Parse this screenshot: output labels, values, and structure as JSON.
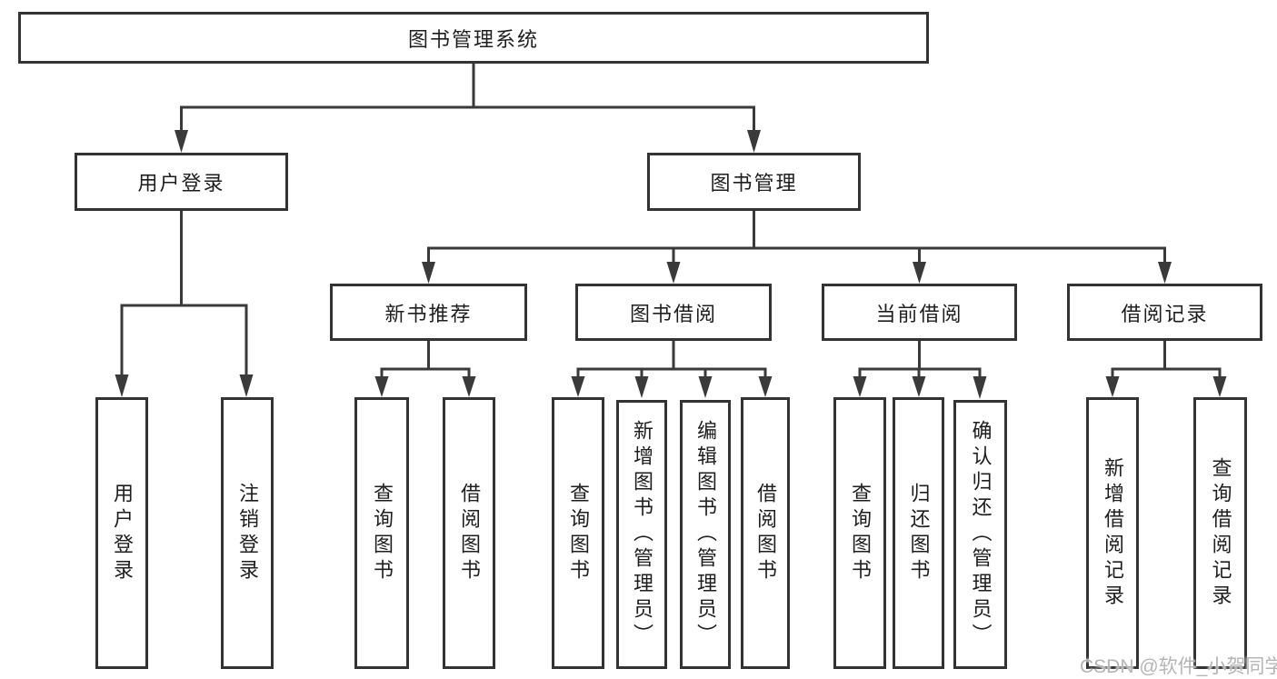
{
  "diagram_type": "hierarchy-tree",
  "tree": {
    "label": "图书管理系统",
    "children": [
      {
        "label": "用户登录",
        "children": [
          {
            "label": "用户登录"
          },
          {
            "label": "注销登录"
          }
        ]
      },
      {
        "label": "图书管理",
        "children": [
          {
            "label": "新书推荐",
            "children": [
              {
                "label": "查询图书"
              },
              {
                "label": "借阅图书"
              }
            ]
          },
          {
            "label": "图书借阅",
            "children": [
              {
                "label": "查询图书"
              },
              {
                "label": "新增图书（管理员）"
              },
              {
                "label": "编辑图书（管理员）"
              },
              {
                "label": "借阅图书"
              }
            ]
          },
          {
            "label": "当前借阅",
            "children": [
              {
                "label": "查询图书"
              },
              {
                "label": "归还图书"
              },
              {
                "label": "确认归还（管理员）"
              }
            ]
          },
          {
            "label": "借阅记录",
            "children": [
              {
                "label": "新增借阅记录"
              },
              {
                "label": "查询借阅记录"
              }
            ]
          }
        ]
      }
    ]
  },
  "watermark": {
    "text": "CSDN @软件_小贺同学",
    "color": "#b5b5b5"
  },
  "colors": {
    "line": "#3a3a3a",
    "box_border": "#333333",
    "text": "#1e1e1e",
    "background": "#ffffff",
    "watermark": "#b5b5b5"
  }
}
